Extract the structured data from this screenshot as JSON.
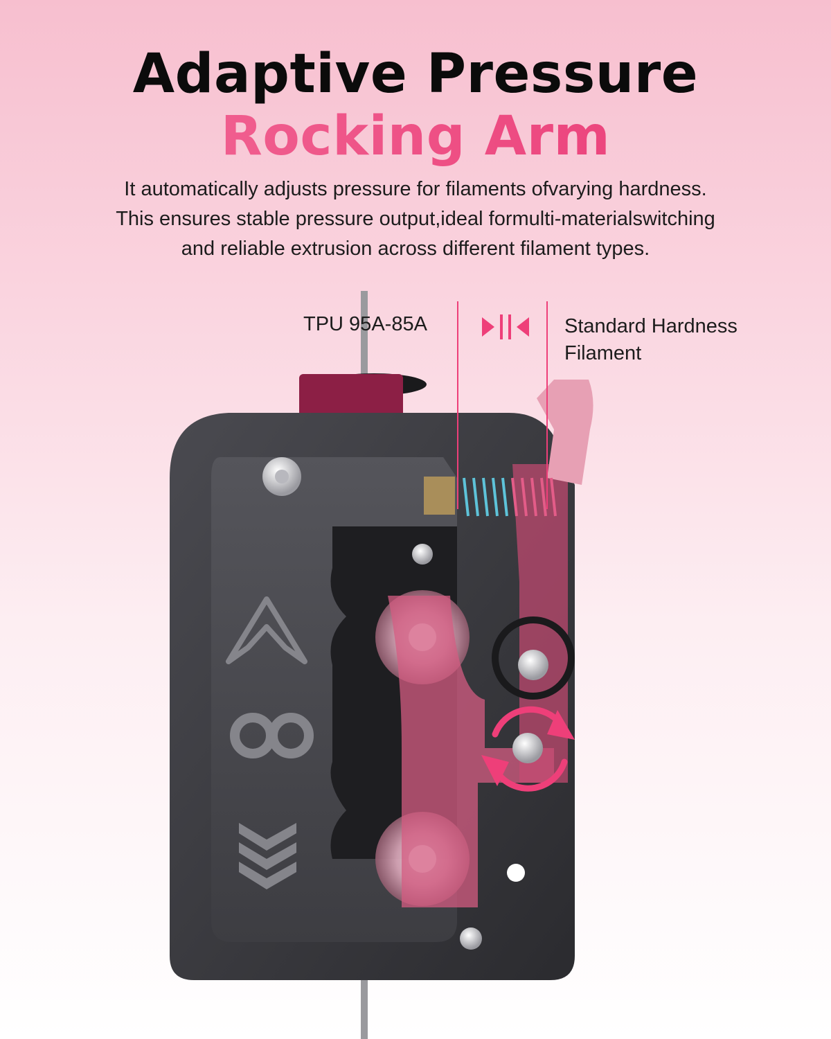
{
  "header": {
    "title_line1": "Adaptive Pressure",
    "title_line2": "Rocking Arm",
    "description": [
      "It automatically adjusts pressure for filaments ofvarying hardness.",
      "This ensures stable pressure output,ideal formulti-materialswitching",
      "and reliable extrusion across different filament types."
    ]
  },
  "labels": {
    "left": "TPU 95A-85A",
    "right_line1": "Standard Hardness",
    "right_line2": "Filament"
  },
  "icons": {
    "compress": "compress-arrows-icon",
    "rotate": "rotate-arrows-icon",
    "logo_triangle": "triangle-logo-icon",
    "logo_infinity": "infinity-logo-icon",
    "logo_chevrons": "chevrons-logo-icon"
  },
  "colors": {
    "accent": "#ee3f79",
    "body": "#3a3a3e",
    "arm": "#d45c82"
  }
}
